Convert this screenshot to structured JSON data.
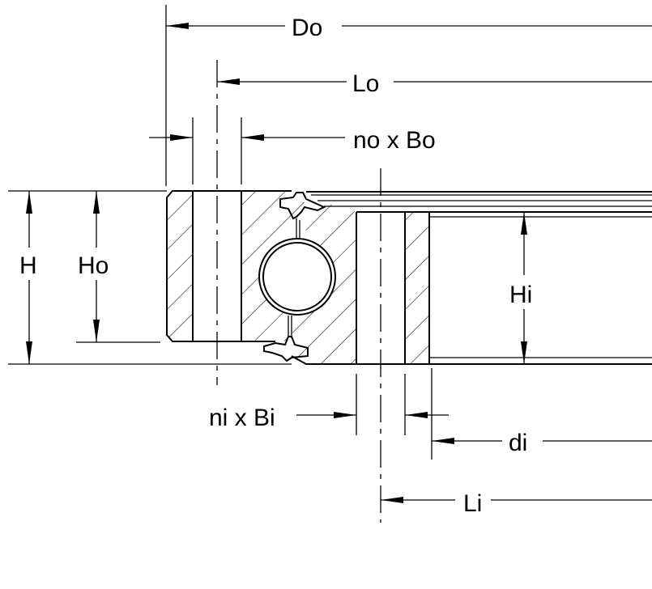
{
  "diagram": {
    "labels": {
      "Do": "Do",
      "Lo": "Lo",
      "no_x_Bo": "no x Bo",
      "H": "H",
      "Ho": "Ho",
      "Hi": "Hi",
      "ni_x_Bi": "ni x Bi",
      "di": "di",
      "Li": "Li"
    }
  }
}
